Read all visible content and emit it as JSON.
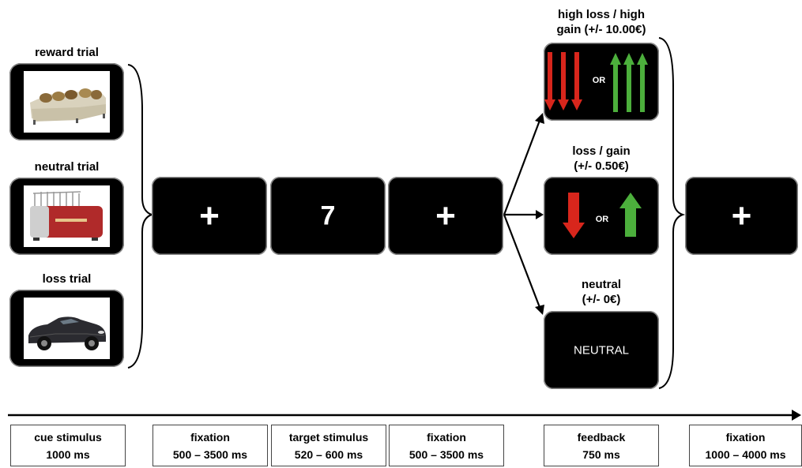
{
  "cues": {
    "reward": {
      "label": "reward trial",
      "image": "sofa-photo"
    },
    "neutral": {
      "label": "neutral trial",
      "image": "toaster-photo"
    },
    "loss": {
      "label": "loss trial",
      "image": "car-photo"
    }
  },
  "screens": {
    "fixation1": "+",
    "target": "7",
    "fixation2": "+",
    "fixation3": "+"
  },
  "feedback": {
    "high": {
      "label_line1": "high loss / high",
      "label_line2": "gain (+/- 10.00€)",
      "or": "OR"
    },
    "small": {
      "label_line1": "loss / gain",
      "label_line2": "(+/- 0.50€)",
      "or": "OR"
    },
    "neutral": {
      "label_line1": "neutral",
      "label_line2": "(+/- 0€)",
      "screen_text": "NEUTRAL"
    }
  },
  "colors": {
    "loss_arrow": "#d8261c",
    "gain_arrow": "#4caf3c"
  },
  "timeline": [
    {
      "line1": "cue stimulus",
      "line2": "1000 ms"
    },
    {
      "line1": "fixation",
      "line2": "500 – 3500 ms"
    },
    {
      "line1": "target stimulus",
      "line2": "520 – 600 ms"
    },
    {
      "line1": "fixation",
      "line2": "500 – 3500 ms"
    },
    {
      "line1": "feedback",
      "line2": "750 ms"
    },
    {
      "line1": "fixation",
      "line2": "1000 – 4000 ms"
    }
  ]
}
